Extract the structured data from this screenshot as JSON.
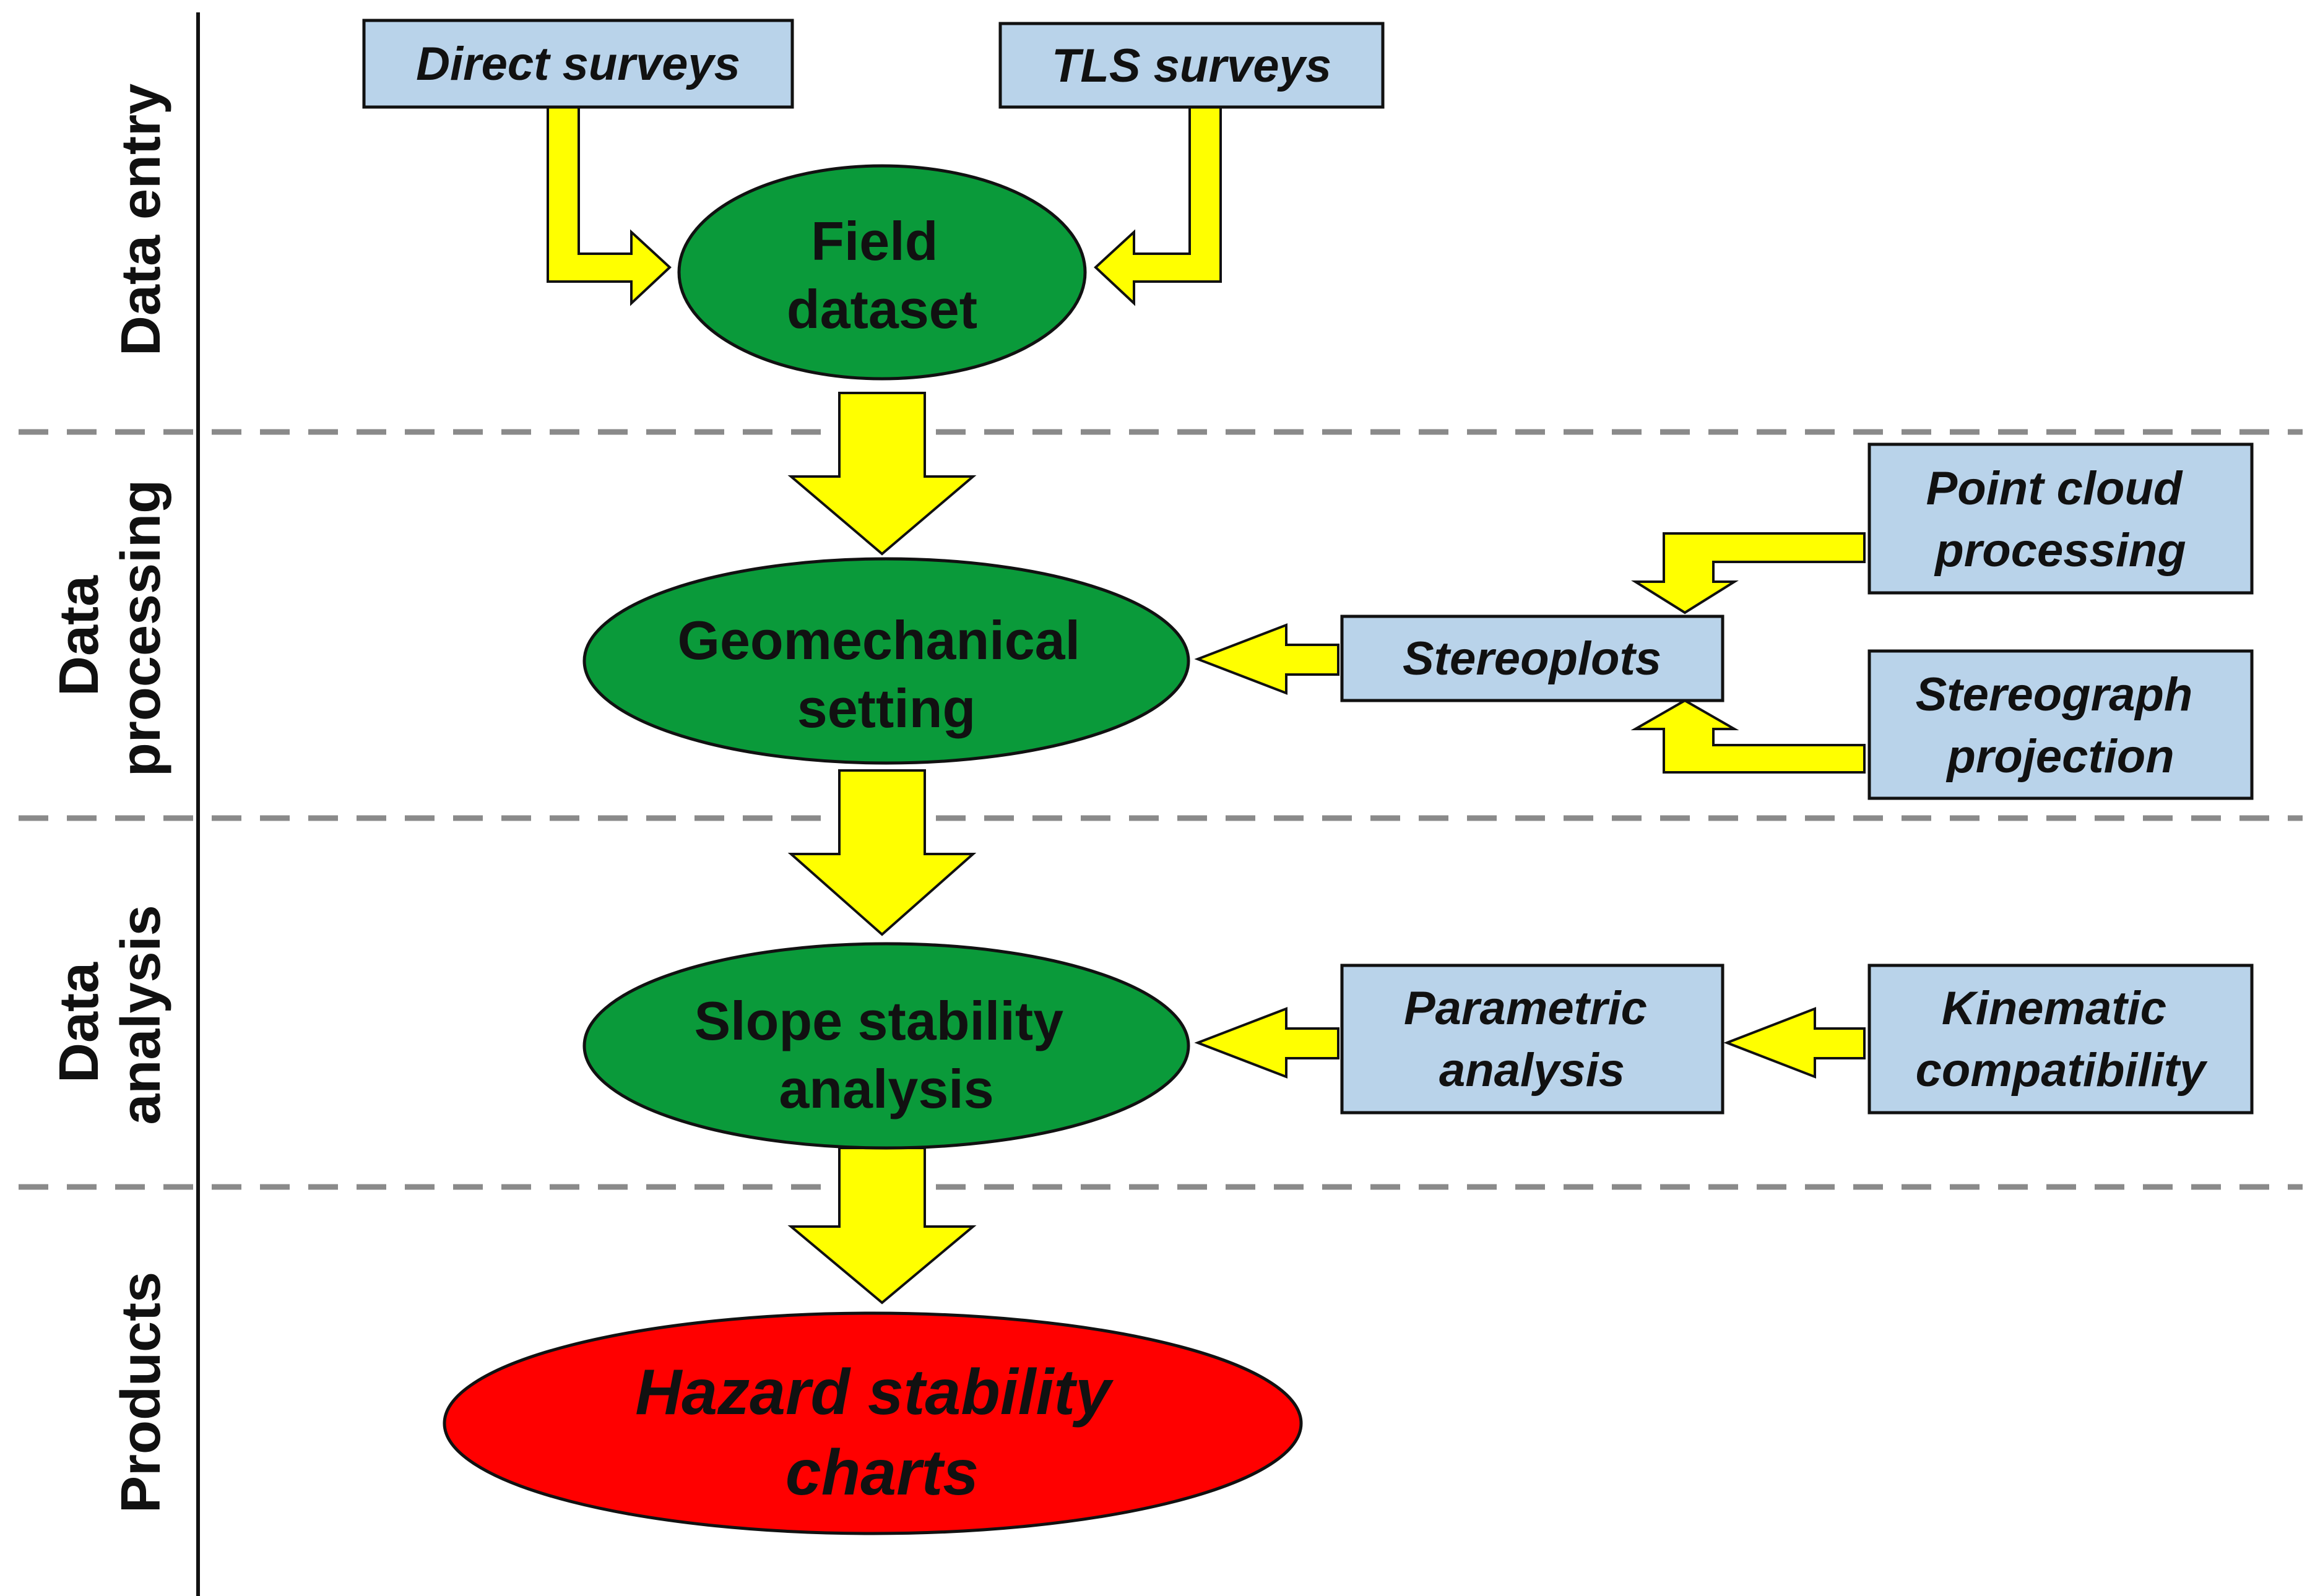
{
  "lanes": {
    "data_entry": "Data entry",
    "data_processing": {
      "line1": "Data",
      "line2": "processing"
    },
    "data_analysis": {
      "line1": "Data",
      "line2": "analysis"
    },
    "products": "Products"
  },
  "inputs": {
    "direct_surveys": "Direct surveys",
    "tls_surveys": "TLS surveys",
    "point_cloud_processing": {
      "line1": "Point cloud",
      "line2": "processing"
    },
    "stereoplots": "Stereoplots",
    "stereograph_projection": {
      "line1": "Stereograph",
      "line2": "projection"
    },
    "parametric_analysis": {
      "line1": "Parametric",
      "line2": "analysis"
    },
    "kinematic_compatibility": {
      "line1": "Kinematic",
      "line2": "compatibility"
    }
  },
  "nodes": {
    "field_dataset": {
      "line1": "Field",
      "line2": "dataset"
    },
    "geomechanical_setting": {
      "line1": "Geomechanical",
      "line2": "setting"
    },
    "slope_stability_analysis": {
      "line1": "Slope stability",
      "line2": "analysis"
    },
    "hazard_stability_charts": {
      "line1": "Hazard stability",
      "line2": "charts"
    }
  },
  "colors": {
    "process_node": "#0a9a3a",
    "product_node": "#ff0000",
    "input_box": "#b9d3ea",
    "arrow": "#ffff00",
    "divider": "#8a8a8a"
  }
}
